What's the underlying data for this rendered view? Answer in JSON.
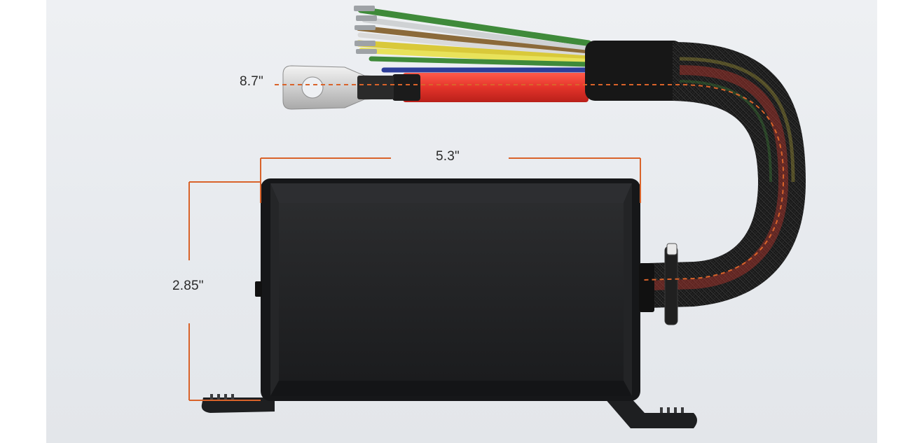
{
  "dimensions": {
    "cable_length": "8.7\"",
    "box_width": "5.3\"",
    "box_height": "2.85\""
  },
  "colors": {
    "accent_line": "#d9632a",
    "housing": "#1e1f21",
    "background": "#e8ebee",
    "wires": [
      "#3f8a3a",
      "#cfd2d4",
      "#8b6a3a",
      "#d9c93a",
      "#e5e05a",
      "#2d3e9a",
      "#e0332b"
    ]
  },
  "objects": [
    "fuse-box-housing",
    "braided-cable-sleeve",
    "ring-terminal",
    "colored-wires",
    "cable-tie",
    "mounting-feet"
  ]
}
